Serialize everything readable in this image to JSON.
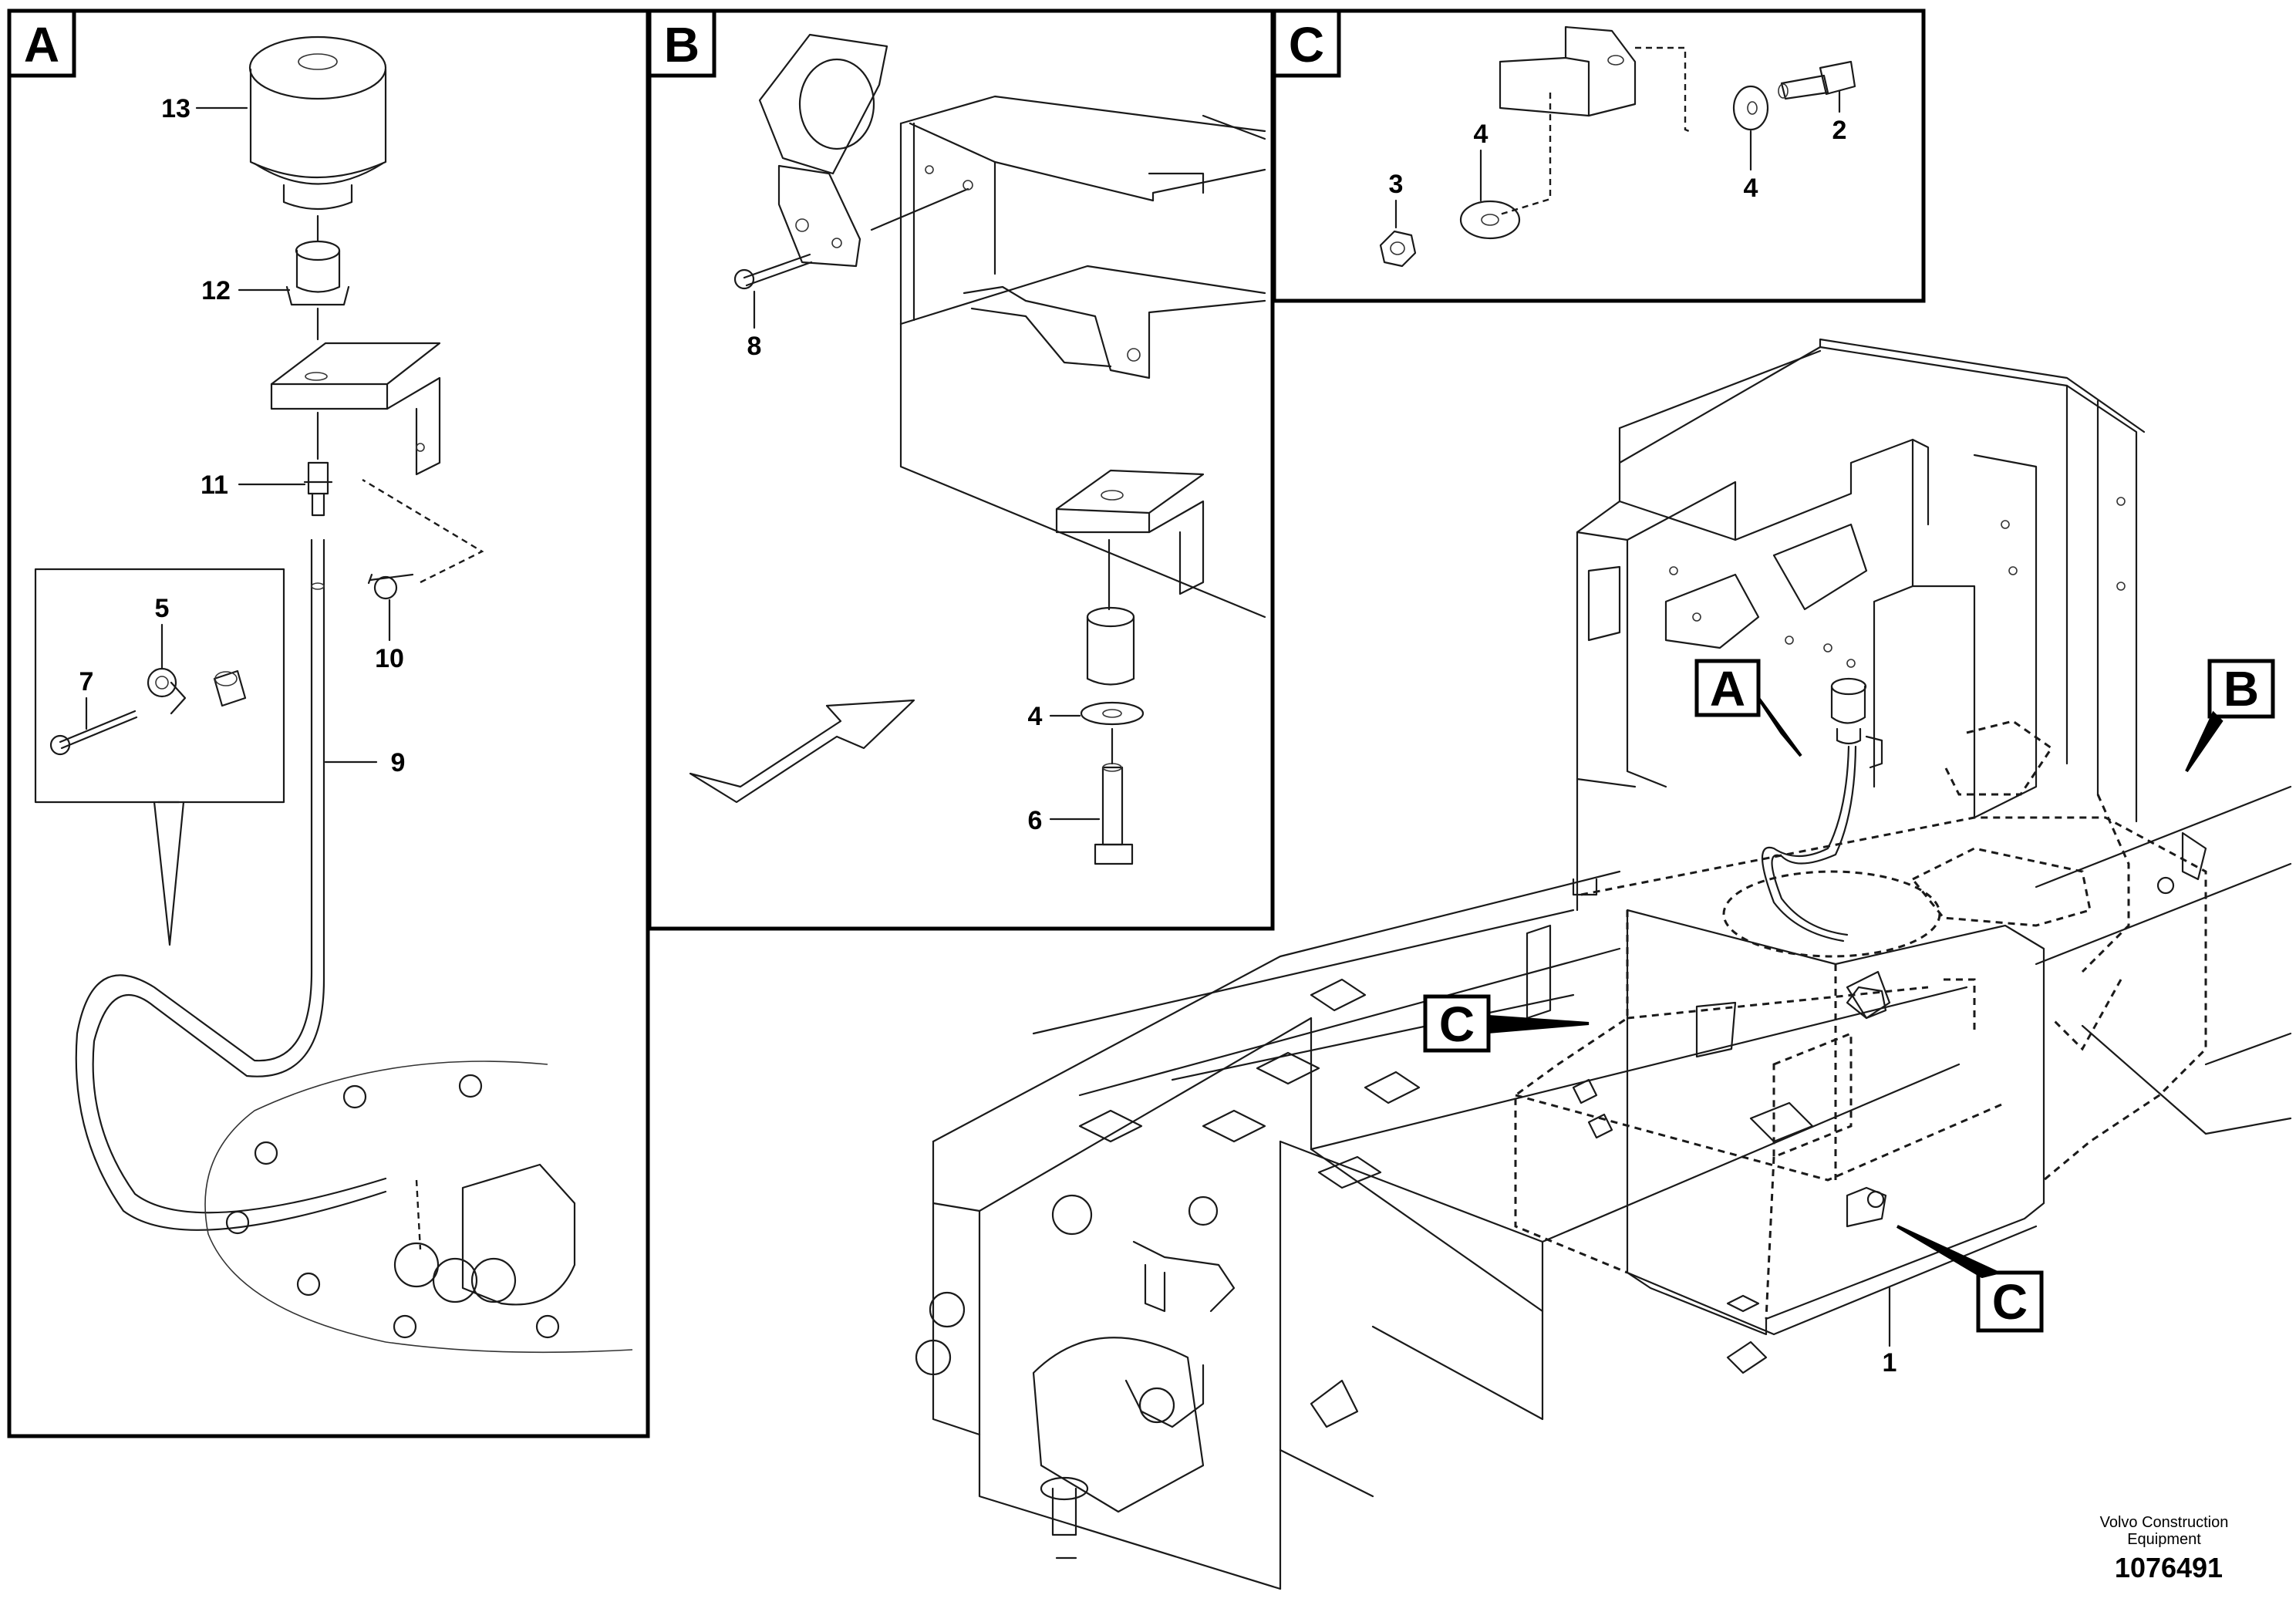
{
  "panels": {
    "a": {
      "label": "A"
    },
    "b": {
      "label": "B"
    },
    "c": {
      "label": "C"
    }
  },
  "callouts": {
    "main_a": "A",
    "main_b": "B",
    "main_c1": "C",
    "main_c2": "C"
  },
  "part_numbers": {
    "a_13": "13",
    "a_12": "12",
    "a_11": "11",
    "a_10": "10",
    "a_9": "9",
    "a_5": "5",
    "a_7": "7",
    "b_8": "8",
    "b_4": "4",
    "b_6": "6",
    "c_3": "3",
    "c_4a": "4",
    "c_4b": "4",
    "c_2": "2",
    "main_1": "1"
  },
  "footer": {
    "company_line1": "Volvo Construction",
    "company_line2": "Equipment",
    "document_number": "1076491"
  }
}
